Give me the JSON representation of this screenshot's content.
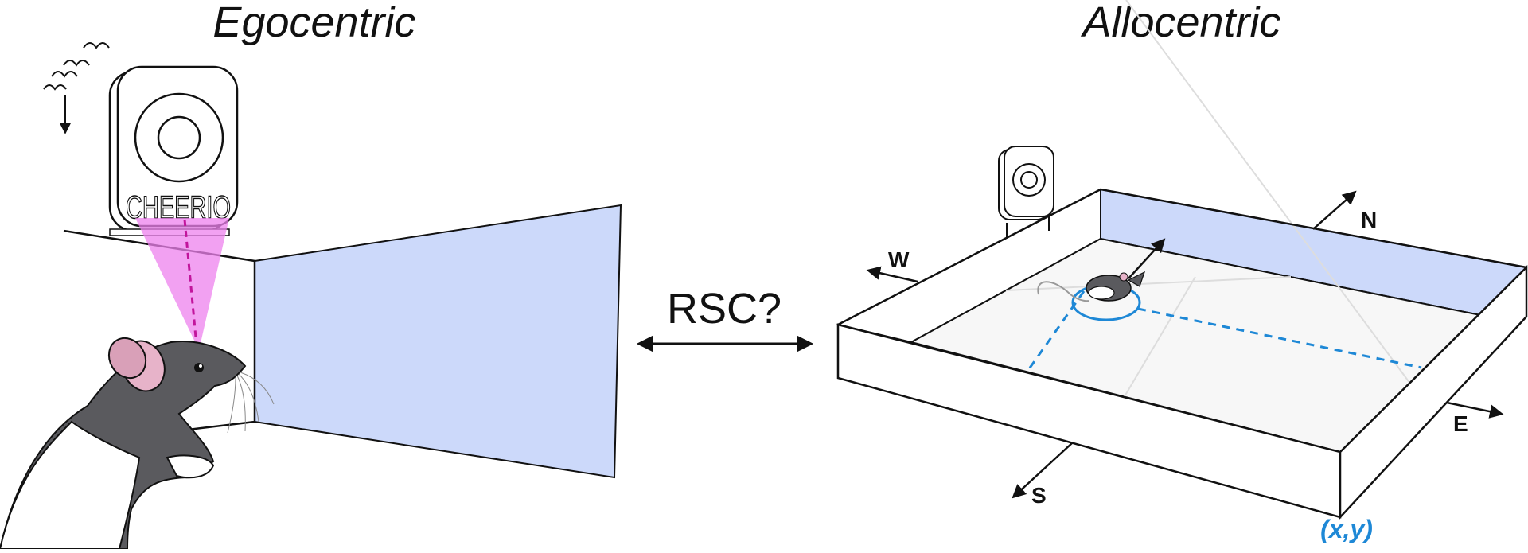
{
  "titles": {
    "left": "Egocentric",
    "right": "Allocentric"
  },
  "center": {
    "question": "RSC?"
  },
  "cue_card": {
    "label": "CHEERIO"
  },
  "compass": {
    "north": "N",
    "south": "S",
    "east": "E",
    "west": "W"
  },
  "position_label": "(x,y)",
  "colors": {
    "wall_blue": "#ccd9fa",
    "gaze_magenta": "#ee82ee",
    "position_blue": "#1e88d6",
    "mouse_gray": "#5a5a5e",
    "ear_pink": "#e7b3c9"
  }
}
